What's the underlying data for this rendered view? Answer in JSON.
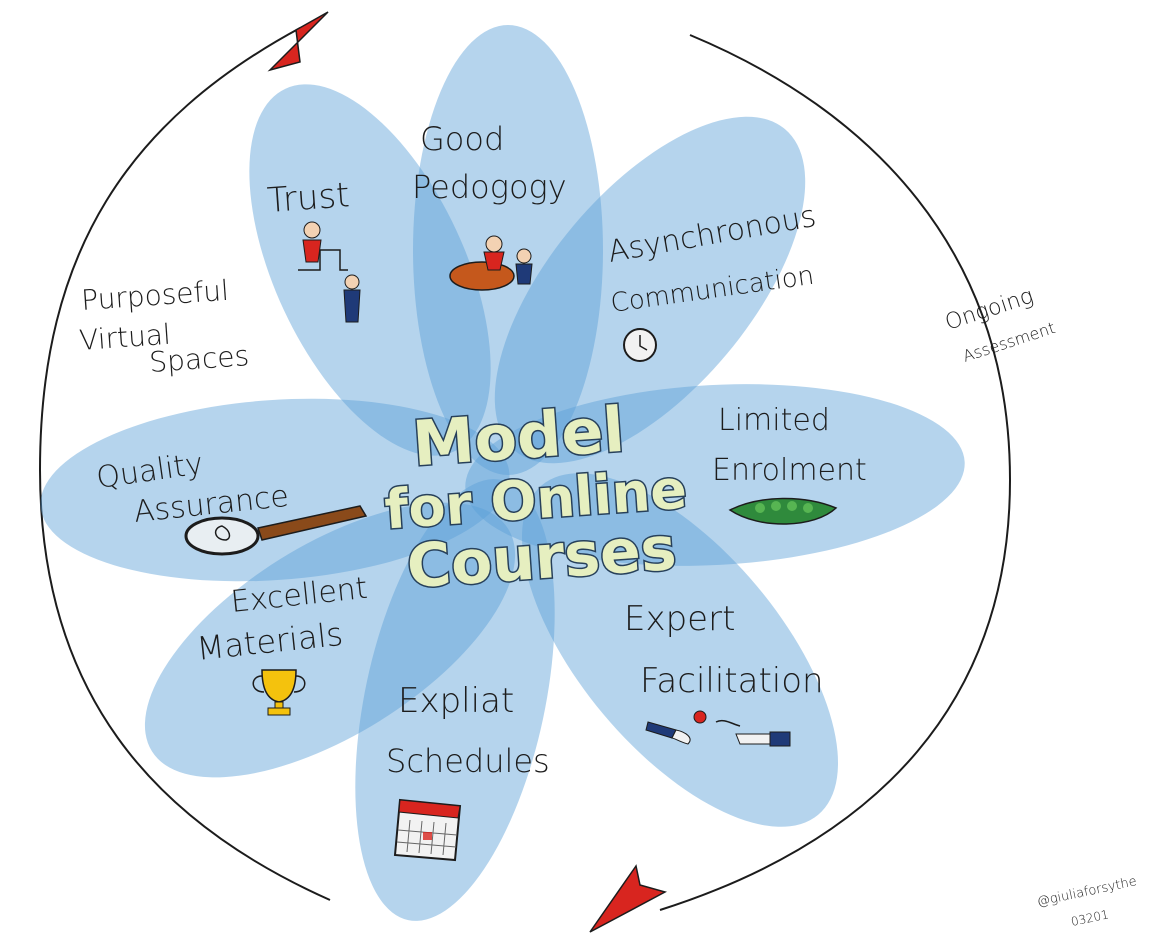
{
  "title": {
    "line1": "Model",
    "line2": "for Online",
    "line3": "Courses"
  },
  "petals": {
    "trust": "Trust",
    "good_pedagogy": [
      "Good",
      "Pedogogy"
    ],
    "asynchronous": [
      "Asynchronous",
      "Communication"
    ],
    "limited_enrolment": [
      "Limited",
      "Enrolment"
    ],
    "expert_facilitation": [
      "Expert",
      "Facilitation"
    ],
    "explicit_schedules": [
      "Expliat",
      "Schedules"
    ],
    "excellent_materials": [
      "Excellent",
      "Materials"
    ],
    "quality_assurance": [
      "Quality",
      "Assurance"
    ]
  },
  "outer_labels": {
    "purposeful": [
      "Purposeful",
      "Virtual",
      "Spaces"
    ],
    "ongoing": [
      "Ongoing",
      "Assessment"
    ]
  },
  "signature": [
    "@giuliaforsythe",
    "03201"
  ],
  "colors": {
    "petal": "#5b9fd6",
    "outline": "#1c1c1c",
    "arrow": "#d8251f",
    "title_fill": "#e6efc0",
    "title_stroke": "#27405a"
  },
  "icons": [
    "people-steps-icon",
    "teacher-table-icon",
    "clock-icon",
    "pea-pod-icon",
    "paint-brush-icon",
    "calendar-icon",
    "trophy-icon",
    "magnifying-glass-icon"
  ]
}
